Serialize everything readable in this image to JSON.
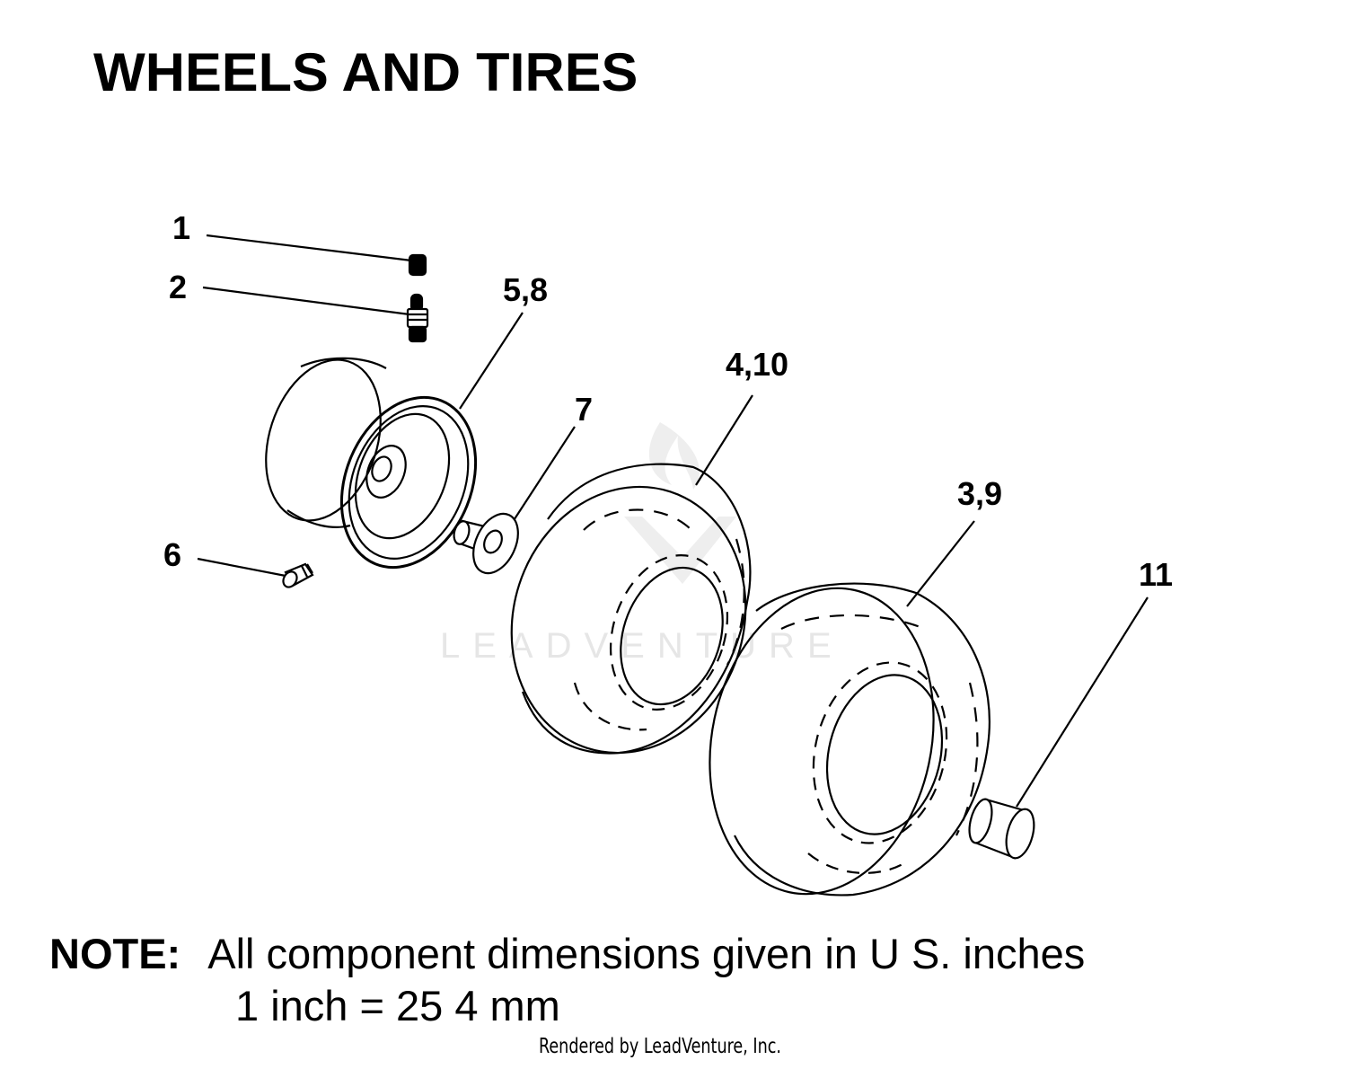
{
  "title": "WHEELS AND TIRES",
  "callouts": {
    "c1": "1",
    "c2": "2",
    "c58": "5,8",
    "c410": "4,10",
    "c7": "7",
    "c39": "3,9",
    "c6": "6",
    "c11": "11"
  },
  "watermark": "LEADVENTURE",
  "note": {
    "label": "NOTE:",
    "line1": "All component dimensions given in U S. inches",
    "line2": "1 inch = 25 4 mm"
  },
  "footer": "Rendered by LeadVenture, Inc."
}
